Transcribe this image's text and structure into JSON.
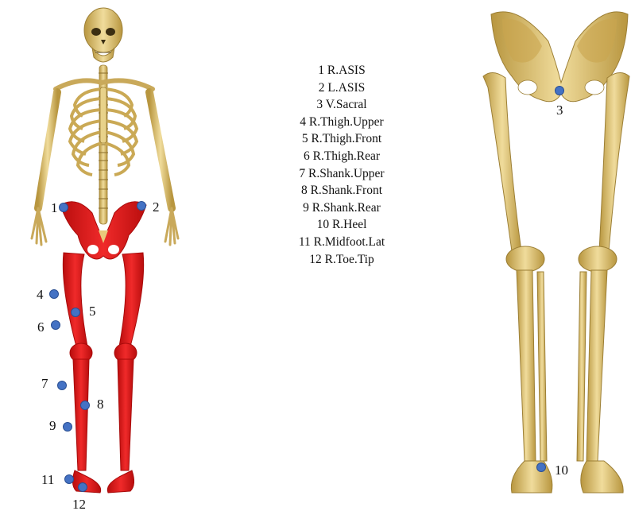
{
  "legend": [
    "1 R.ASIS",
    "2 L.ASIS",
    "3 V.Sacral",
    "4 R.Thigh.Upper",
    "5 R.Thigh.Front",
    "6 R.Thigh.Rear",
    "7 R.Shank.Upper",
    "8 R.Shank.Front",
    "9 R.Shank.Rear",
    "10 R.Heel",
    "11 R.Midfoot.Lat",
    "12 R.Toe.Tip"
  ],
  "marker_numbers": [
    "1",
    "2",
    "3",
    "4",
    "5",
    "6",
    "7",
    "8",
    "9",
    "10",
    "11",
    "12"
  ],
  "colors": {
    "bone": "#d9bd6a",
    "bone_light": "#ecd896",
    "bone_dark": "#a98b3e",
    "highlight": "#e11414",
    "highlight_dark": "#a80a0a",
    "marker": "#4472c4",
    "marker_stroke": "#2a4f93"
  }
}
